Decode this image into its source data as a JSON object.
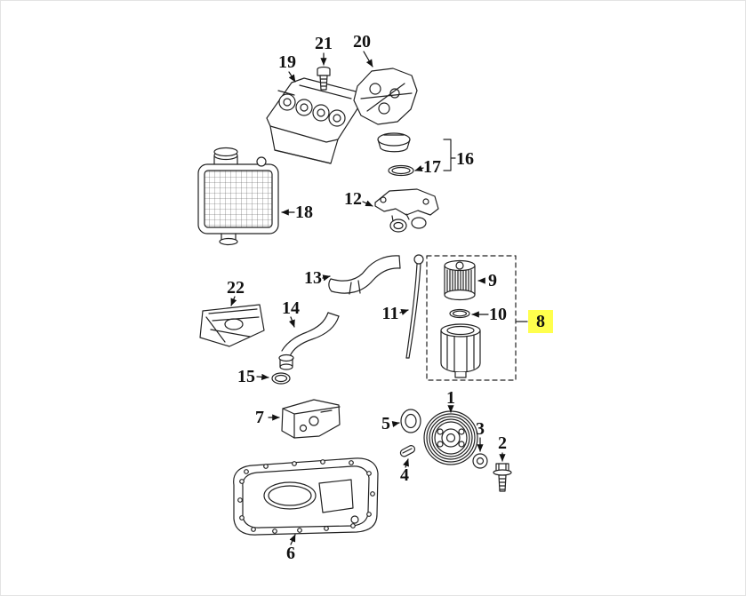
{
  "diagram": {
    "background_color": "#ffffff",
    "line_color": "#222222",
    "highlighted_callout": "8",
    "highlight_color": "#ffff4d",
    "callouts": {
      "p1": {
        "label": "1"
      },
      "p2": {
        "label": "2"
      },
      "p3": {
        "label": "3"
      },
      "p4": {
        "label": "4"
      },
      "p5": {
        "label": "5"
      },
      "p6": {
        "label": "6"
      },
      "p7": {
        "label": "7"
      },
      "p8": {
        "label": "8"
      },
      "p9": {
        "label": "9"
      },
      "p10": {
        "label": "10"
      },
      "p11": {
        "label": "11"
      },
      "p12": {
        "label": "12"
      },
      "p13": {
        "label": "13"
      },
      "p14": {
        "label": "14"
      },
      "p15": {
        "label": "15"
      },
      "p16": {
        "label": "16"
      },
      "p17": {
        "label": "17"
      },
      "p18": {
        "label": "18"
      },
      "p19": {
        "label": "19"
      },
      "p20": {
        "label": "20"
      },
      "p21": {
        "label": "21"
      },
      "p22": {
        "label": "22"
      }
    }
  }
}
